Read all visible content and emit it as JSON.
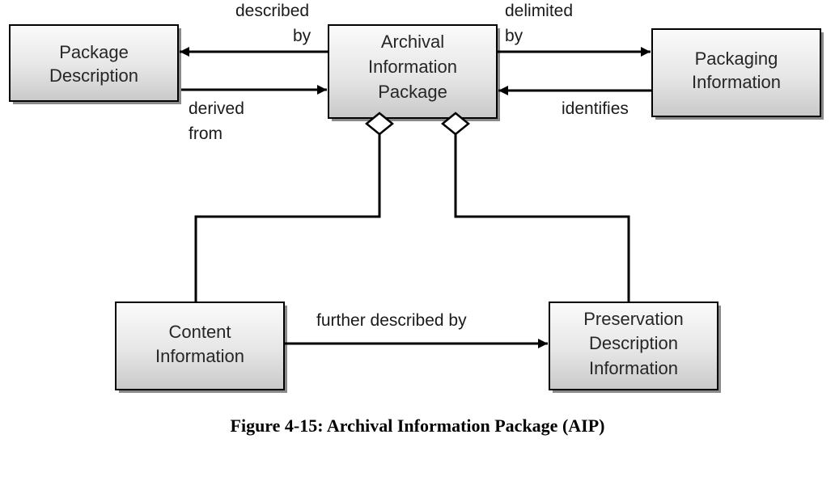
{
  "boxes": {
    "package_description": [
      "Package",
      "Description"
    ],
    "aip": [
      "Archival",
      "Information",
      "Package"
    ],
    "packaging_information": [
      "Packaging",
      "Information"
    ],
    "content_information": [
      "Content",
      "Information"
    ],
    "pdi": [
      "Preservation",
      "Description",
      "Information"
    ]
  },
  "labels": {
    "described_by": [
      "described",
      "by"
    ],
    "derived_from": [
      "derived",
      "from"
    ],
    "delimited_by": [
      "delimited",
      "by"
    ],
    "identifies": "identifies",
    "further_described_by": "further described by"
  },
  "caption": "Figure 4-15:  Archival Information Package (AIP)"
}
